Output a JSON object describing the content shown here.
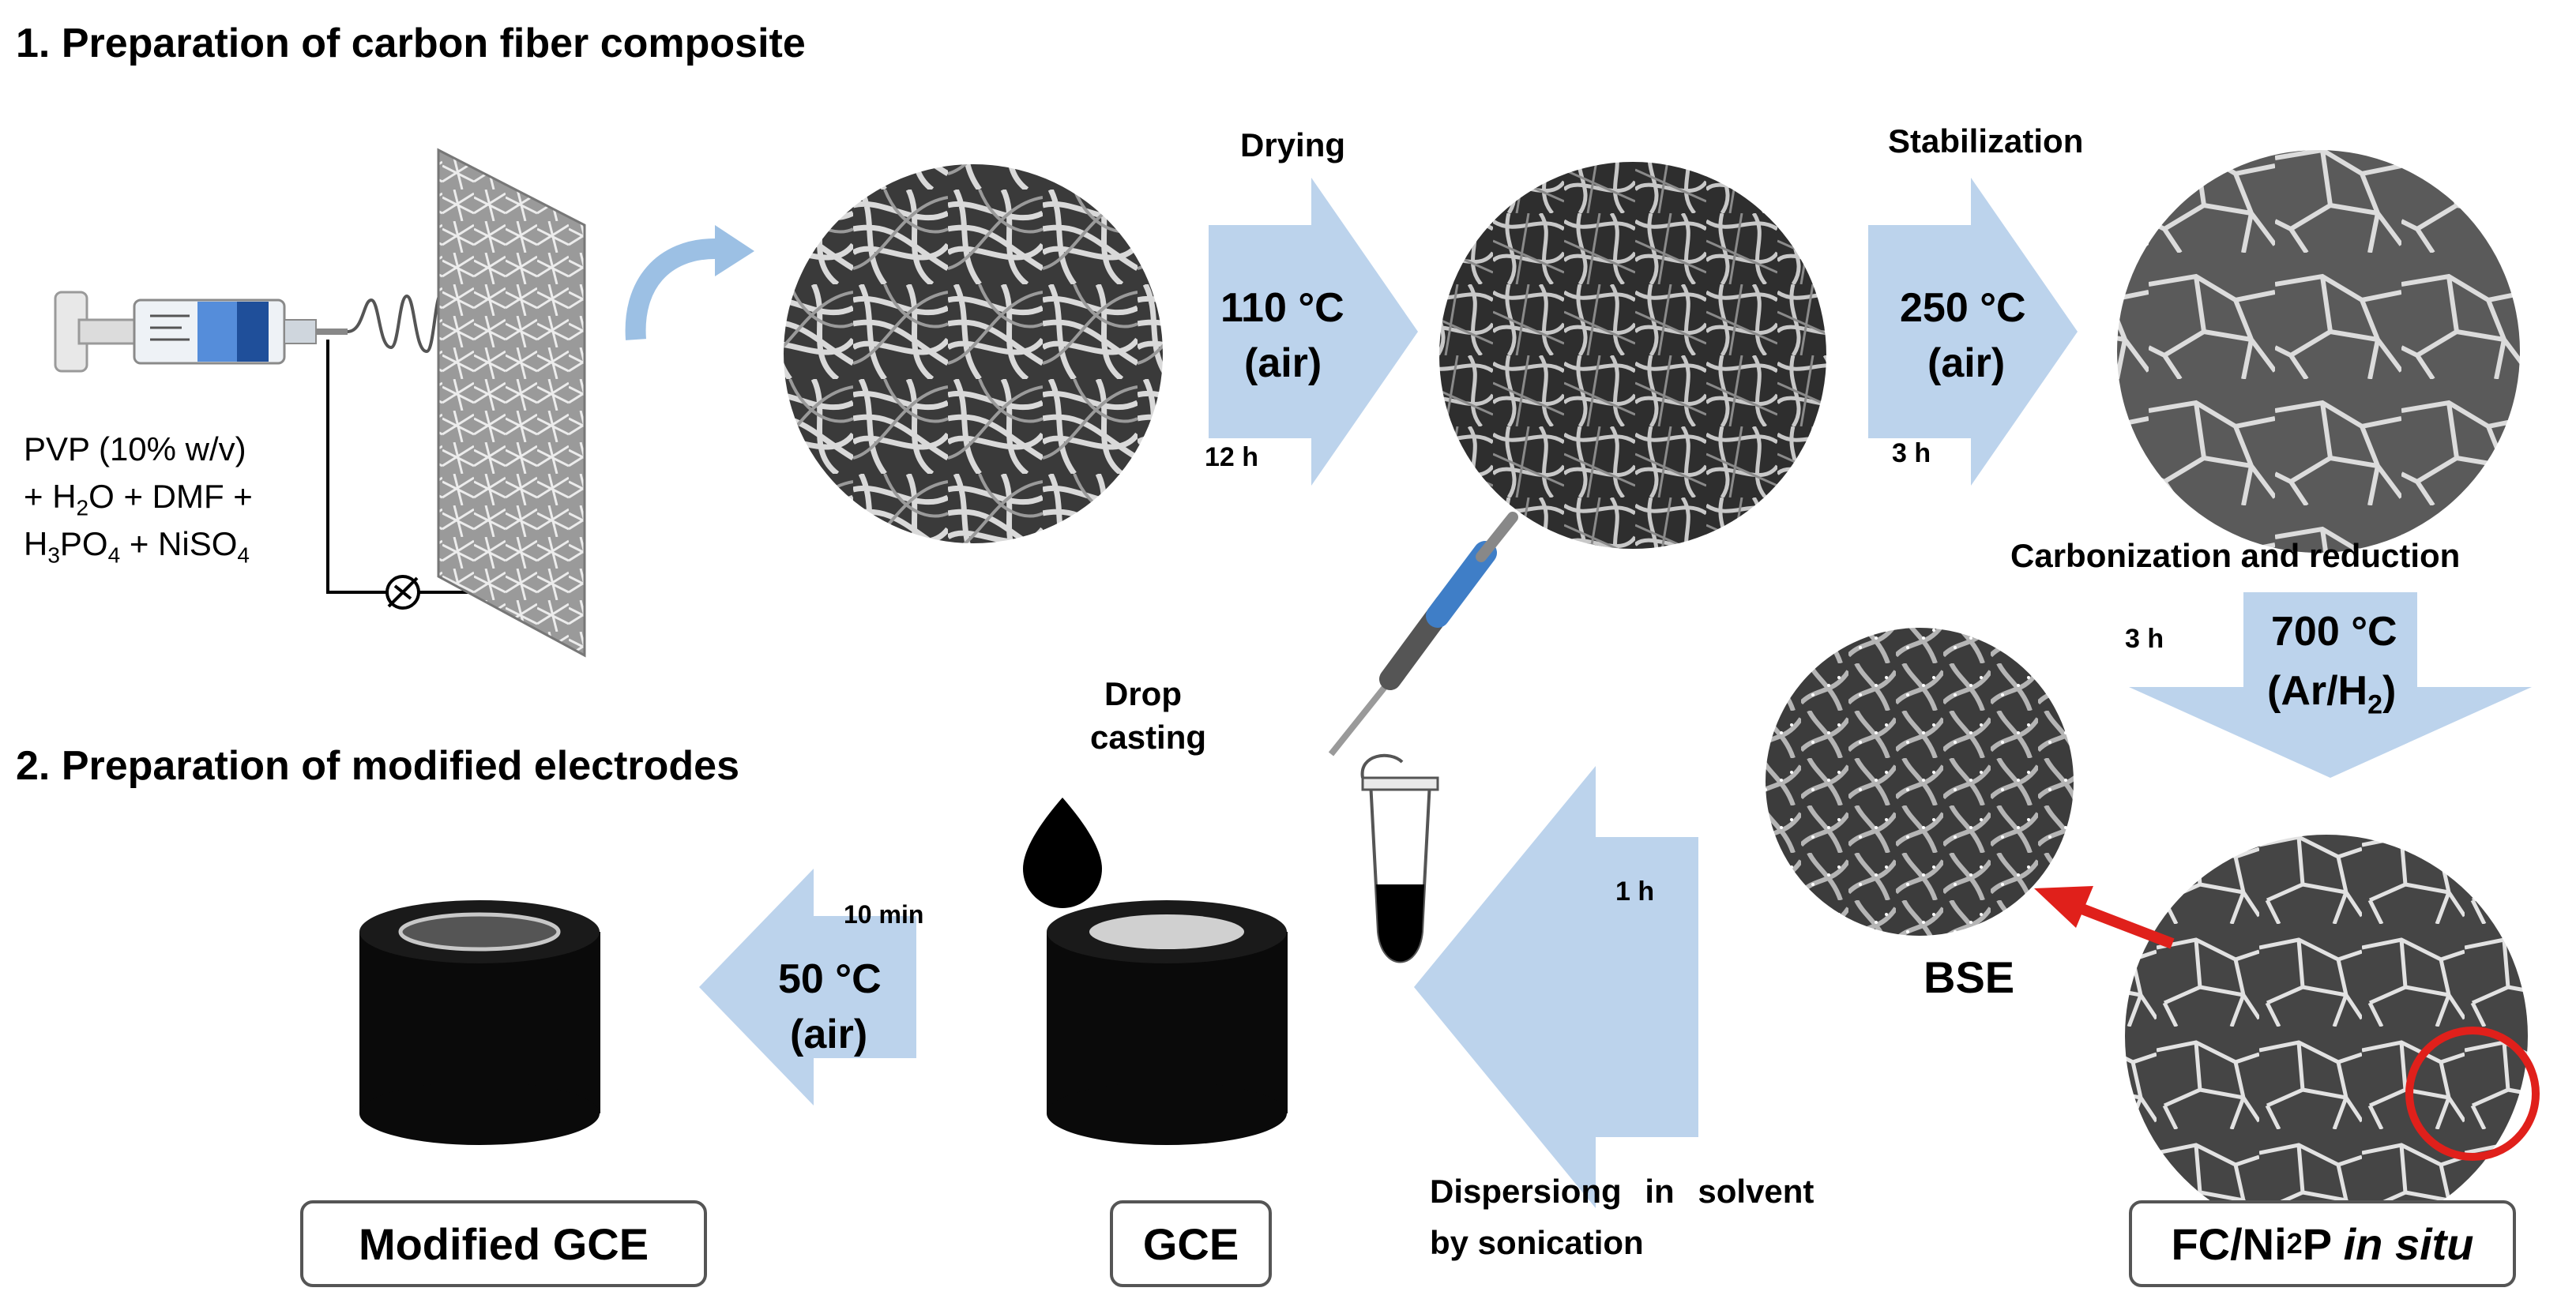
{
  "section1_title": "1. Preparation of carbon fiber composite",
  "section2_title": "2. Preparation of modified electrodes",
  "solution": {
    "line1": "PVP (10% w/v)",
    "line2_pre": "+ H",
    "line2_sub": "2",
    "line2_post": "O + DMF +",
    "line3_a": "H",
    "line3_s1": "3",
    "line3_b": "PO",
    "line3_s2": "4",
    "line3_c": " + NiSO",
    "line3_s3": "4"
  },
  "steps": {
    "drying": {
      "label": "Drying",
      "temp": "110 °C",
      "atm": "(air)",
      "time": "12 h"
    },
    "stabilization": {
      "label": "Stabilization",
      "temp": "250 °C",
      "atm": "(air)",
      "time": "3 h"
    },
    "carbonization": {
      "label": "Carbonization and reduction",
      "temp": "700 °C",
      "atm_pre": "(Ar/H",
      "atm_sub": "2",
      "atm_post": ")",
      "time": "3 h"
    },
    "dispersion": {
      "label_line1": "Dispersiong in solvent",
      "label_line2": "by sonication",
      "time": "1 h"
    },
    "drop": {
      "line1": "Drop",
      "line2": "casting"
    },
    "final_dry": {
      "temp": "50 °C",
      "atm": "(air)",
      "time": "10 min"
    }
  },
  "bse_label": "BSE",
  "boxes": {
    "fc": {
      "pre": "FC/Ni",
      "sub": "2",
      "mid": "P ",
      "italic": "in situ"
    },
    "gce": "GCE",
    "modified": "Modified GCE"
  },
  "colors": {
    "arrow": "#bcd3ec",
    "highlight": "#e0201b",
    "electrode": "#0a0a0a"
  }
}
